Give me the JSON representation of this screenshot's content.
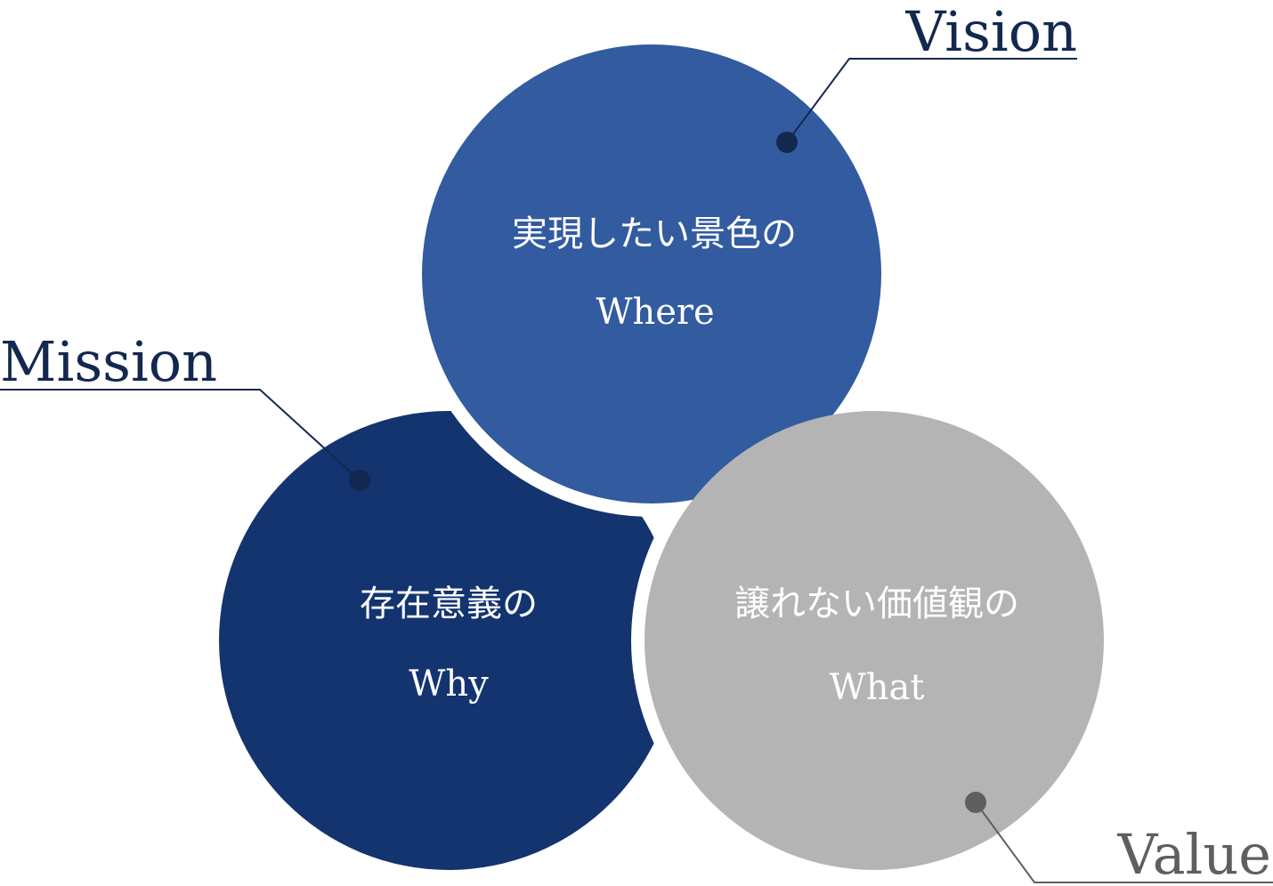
{
  "colors": {
    "vision_fill": "#325BA0",
    "mission_fill": "#13346F",
    "value_fill": "#B4B4B4",
    "vision_accent": "#13284F",
    "mission_accent": "#13284F",
    "value_accent": "#5F5F5F"
  },
  "vision": {
    "label": "Vision",
    "line1": "実現したい景色の",
    "line2": "Where"
  },
  "mission": {
    "label": "Mission",
    "line1": "存在意義の",
    "line2": "Why"
  },
  "value": {
    "label": "Value",
    "line1": "譲れない価値観の",
    "line2": "What"
  }
}
